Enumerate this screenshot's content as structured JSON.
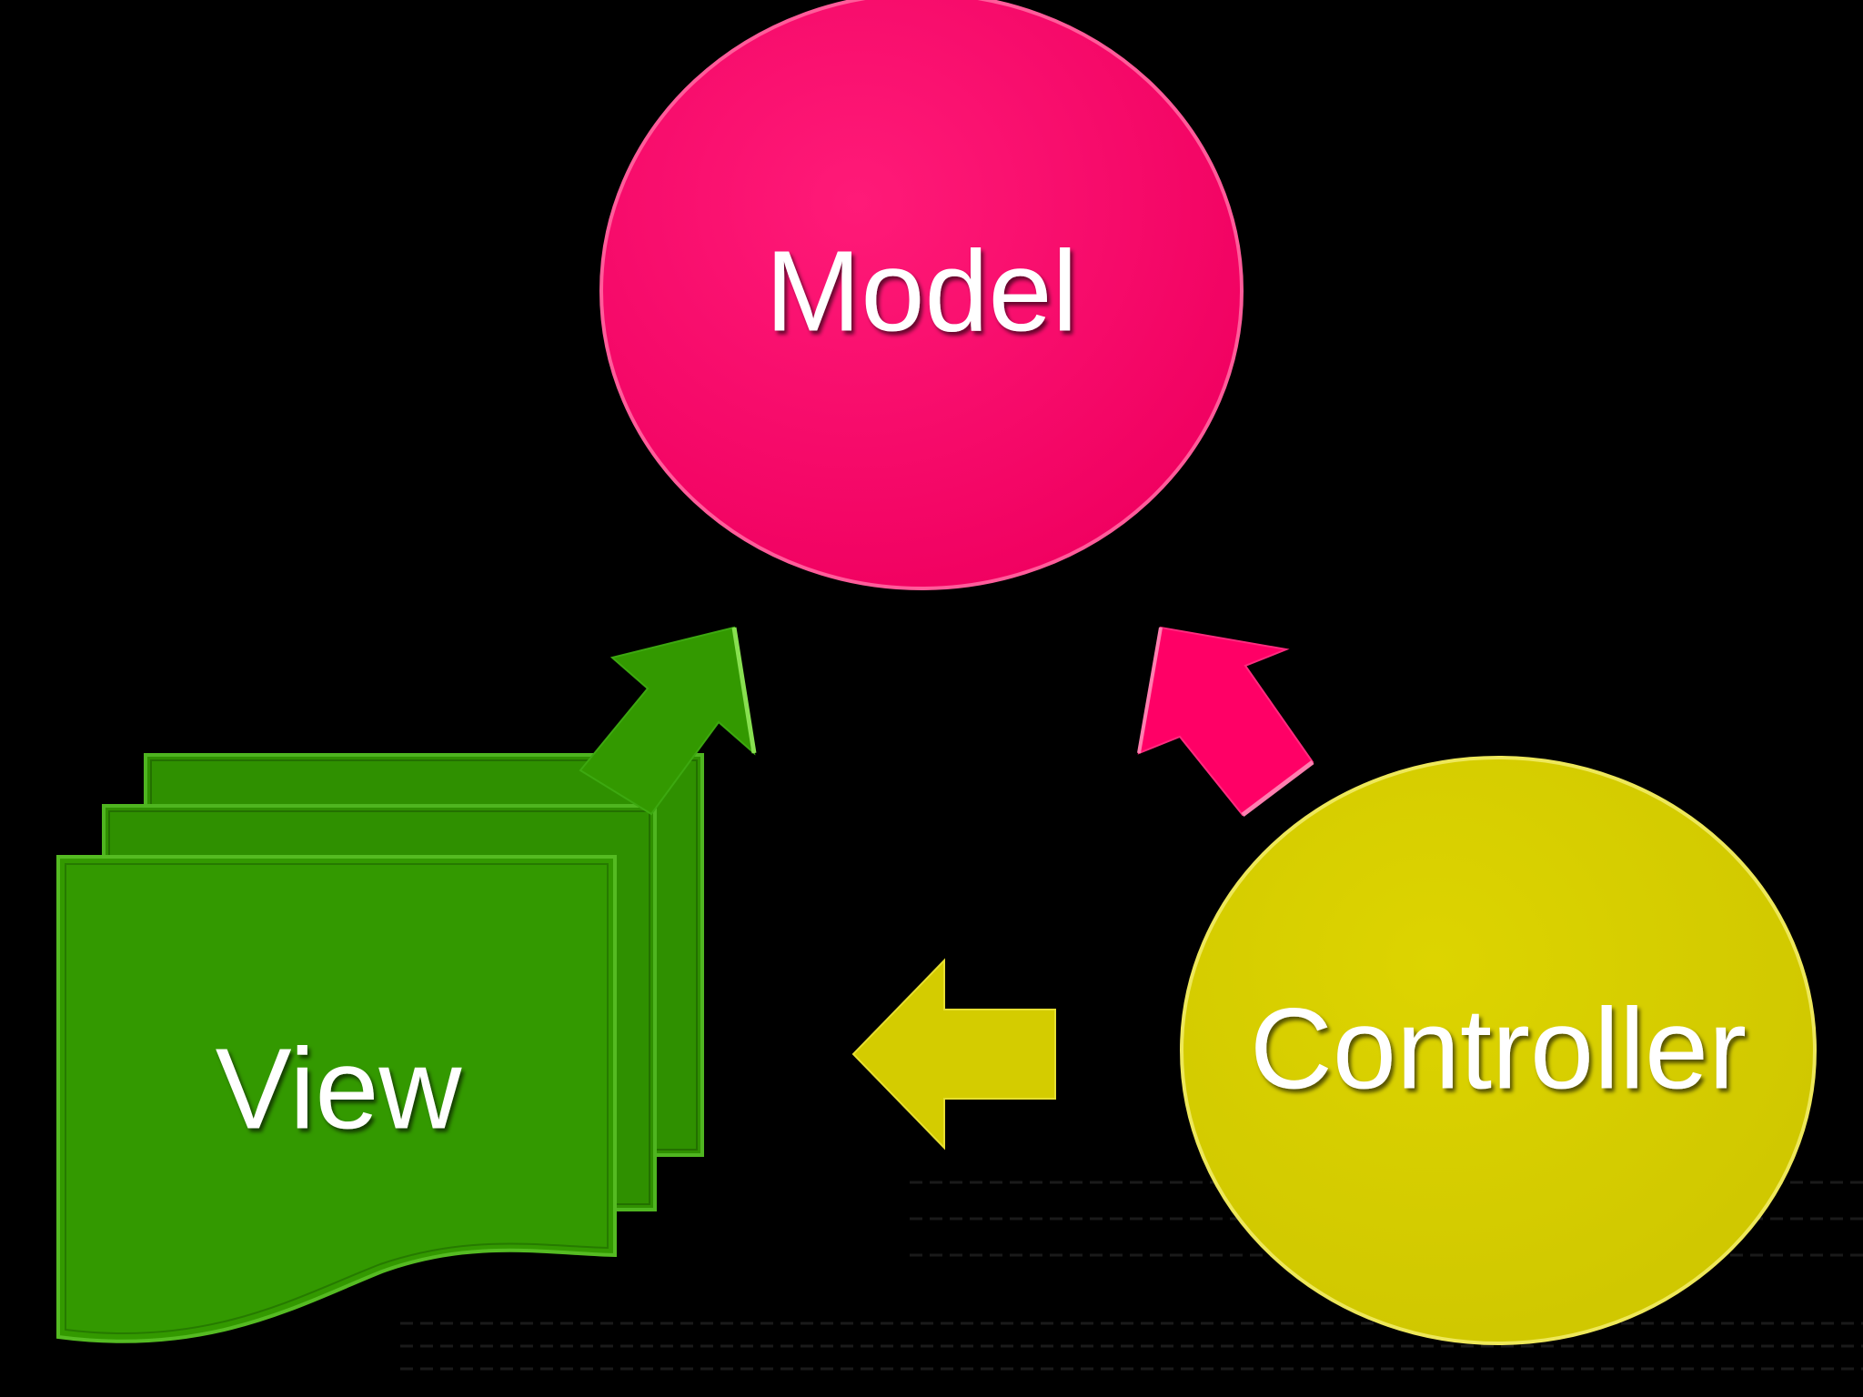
{
  "diagram": {
    "nodes": {
      "model": {
        "label": "Model",
        "shape": "circle",
        "color": "#ff0066"
      },
      "view": {
        "label": "View",
        "shape": "stacked-document",
        "color": "#339900"
      },
      "controller": {
        "label": "Controller",
        "shape": "circle",
        "color": "#d4cc00"
      }
    },
    "edges": [
      {
        "from": "view",
        "to": "model",
        "color": "#339900",
        "icon": "arrow-up-right-icon"
      },
      {
        "from": "controller",
        "to": "model",
        "color": "#ff0066",
        "icon": "arrow-up-left-icon"
      },
      {
        "from": "controller",
        "to": "view",
        "color": "#d4cc00",
        "icon": "arrow-left-icon"
      }
    ]
  }
}
